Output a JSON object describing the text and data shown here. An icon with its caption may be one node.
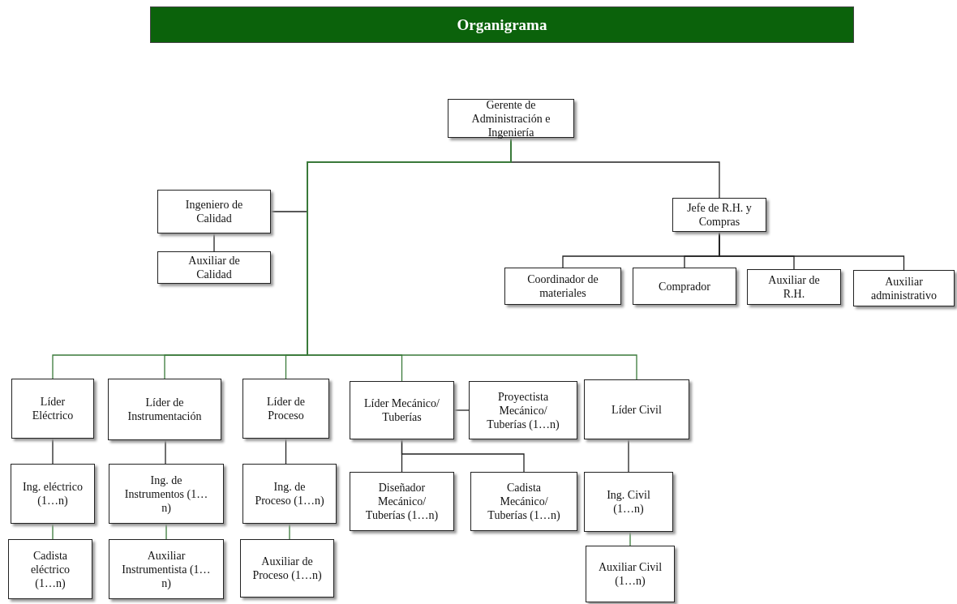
{
  "diagram": {
    "title": "Organigrama",
    "nodes": [
      {
        "text": [
          "Gerente  de Administración e Ingeniería"
        ]
      },
      {
        "text": [
          "Ingeniero de Calidad"
        ]
      },
      {
        "text": [
          "Auxiliar de Calidad"
        ]
      },
      {
        "text": [
          "Jefe de R.H. y Compras"
        ]
      },
      {
        "text": [
          "Coordinador de materiales"
        ]
      },
      {
        "text": [
          "Comprador"
        ]
      },
      {
        "text": [
          "Auxiliar de R.H."
        ]
      },
      {
        "text": [
          "Auxiliar administrativo"
        ]
      },
      {
        "text": [
          "Líder Eléctrico"
        ]
      },
      {
        "text": [
          "Líder de Instrumentación"
        ]
      },
      {
        "text": [
          "Líder de Proceso"
        ]
      },
      {
        "text": [
          "Líder Mecánico/ Tuberías"
        ]
      },
      {
        "text": [
          "Proyectista Mecánico/ Tuberías (1…n)"
        ]
      },
      {
        "text": [
          "Líder Civil"
        ]
      },
      {
        "text": [
          "Ing. eléctrico (1…n)"
        ]
      },
      {
        "text": [
          "Ing. de Instrumentos (1…n)"
        ]
      },
      {
        "text": [
          "Ing. de Proceso (1…n)"
        ]
      },
      {
        "text": [
          "Diseñador Mecánico/ Tuberías (1…n)"
        ]
      },
      {
        "text": [
          "Cadista Mecánico/ Tuberías (1…n)"
        ]
      },
      {
        "text": [
          "Ing. Civil (1…n)"
        ]
      },
      {
        "text": [
          "Cadista eléctrico (1…n)"
        ]
      },
      {
        "text": [
          "Auxiliar Instrumentista (1…n)"
        ]
      },
      {
        "text": [
          "Auxiliar de Proceso (1…n)"
        ]
      },
      {
        "text": [
          "Auxiliar Civil (1…n)"
        ]
      }
    ],
    "edges": [
      {
        "from": 0,
        "to": 1,
        "arrow": "none"
      },
      {
        "from": 1,
        "to": 2,
        "arrow": "none"
      },
      {
        "from": 0,
        "to": 3,
        "arrow": "none"
      },
      {
        "from": 3,
        "to": 4,
        "arrow": "none"
      },
      {
        "from": 3,
        "to": 5,
        "arrow": "none"
      },
      {
        "from": 3,
        "to": 6,
        "arrow": "none"
      },
      {
        "from": 3,
        "to": 7,
        "arrow": "none"
      },
      {
        "from": 0,
        "to": 8,
        "arrow": "none",
        "color": "#3a7a3a"
      },
      {
        "from": 0,
        "to": 9,
        "arrow": "none",
        "color": "#3a7a3a"
      },
      {
        "from": 0,
        "to": 10,
        "arrow": "none",
        "color": "#3a7a3a"
      },
      {
        "from": 0,
        "to": 11,
        "arrow": "none",
        "color": "#3a7a3a"
      },
      {
        "from": 0,
        "to": 13,
        "arrow": "none",
        "color": "#3a7a3a"
      },
      {
        "from": 11,
        "to": 12,
        "arrow": "none"
      },
      {
        "from": 8,
        "to": 14,
        "arrow": "none"
      },
      {
        "from": 9,
        "to": 15,
        "arrow": "none"
      },
      {
        "from": 10,
        "to": 16,
        "arrow": "none"
      },
      {
        "from": 11,
        "to": 17,
        "arrow": "none"
      },
      {
        "from": 11,
        "to": 18,
        "arrow": "none"
      },
      {
        "from": 13,
        "to": 19,
        "arrow": "none"
      },
      {
        "from": 14,
        "to": 20,
        "arrow": "none",
        "color": "#3a7a3a"
      },
      {
        "from": 15,
        "to": 21,
        "arrow": "none",
        "color": "#3a7a3a"
      },
      {
        "from": 16,
        "to": 22,
        "arrow": "none",
        "color": "#3a7a3a"
      },
      {
        "from": 19,
        "to": 23,
        "arrow": "none",
        "color": "#3a7a3a"
      }
    ]
  }
}
